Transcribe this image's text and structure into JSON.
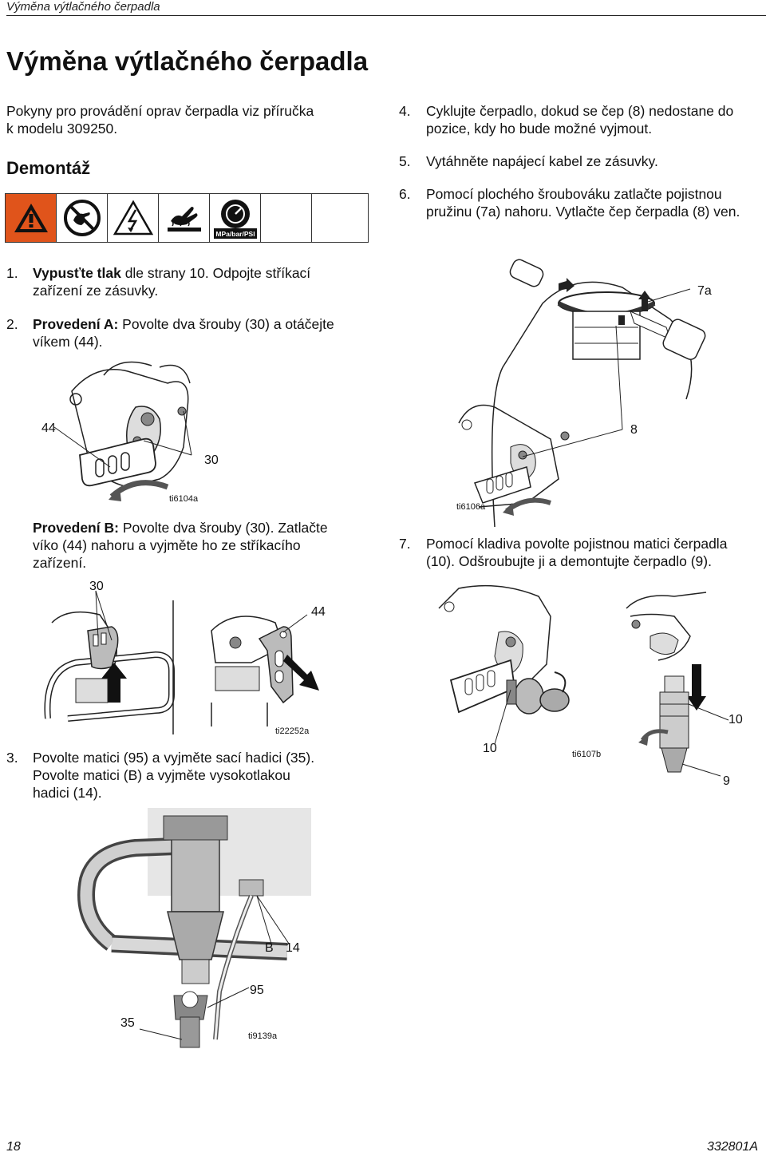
{
  "header": {
    "running_title": "Výměna výtlačného čerpadla"
  },
  "title": "Výměna výtlačného čerpadla",
  "intro": "Pokyny pro provádění oprav čerpadla viz příručka k modelu 309250.",
  "intro_line1": "Pokyny pro provádění oprav čerpadla viz příručka",
  "intro_line2": "k modelu 309250.",
  "section_heading": "Demontáž",
  "warning_icons": [
    "warning-triangle-icon",
    "no-hand-icon",
    "electric-shock-icon",
    "hot-surface-icon",
    "pressure-gauge-icon"
  ],
  "warning_badge": "MPa/bar/PSI",
  "steps": {
    "s1_num": "1.",
    "s1_bold": "Vypusťte tlak",
    "s1_rest_line1": " dle strany 10. Odpojte stříkací",
    "s1_line2": "zařízení ze zásuvky.",
    "s2_num": "2.",
    "s2_bold": "Provedení A:",
    "s2_rest_line1": " Povolte dva šrouby (30) a otáčejte",
    "s2_line2": "víkem (44).",
    "s2b_bold": "Provedení B:",
    "s2b_rest_line1": " Povolte dva šrouby (30). Zatlačte",
    "s2b_line2": "víko (44) nahoru a vyjměte ho ze stříkacího",
    "s2b_line3": "zařízení.",
    "s3_num": "3.",
    "s3_line1": "Povolte matici (95) a vyjměte sací hadici (35).",
    "s3_line2": "Povolte matici (B) a vyjměte vysokotlakou",
    "s3_line3": "hadici (14).",
    "s4_num": "4.",
    "s4_line1": "Cyklujte čerpadlo, dokud se čep (8) nedostane do",
    "s4_line2": "pozice, kdy ho bude možné vyjmout.",
    "s5_num": "5.",
    "s5_line1": "Vytáhněte napájecí kabel ze zásuvky.",
    "s6_num": "6.",
    "s6_line1": "Pomocí plochého šroubováku zatlačte pojistnou",
    "s6_line2": "pružinu (7a) nahoru. Vytlačte čep čerpadla (8) ven.",
    "s7_num": "7.",
    "s7_line1": "Pomocí kladiva povolte pojistnou matici čerpadla",
    "s7_line2": "(10). Odšroubujte ji a demontujte čerpadlo (9)."
  },
  "figures": {
    "fig_a": {
      "label_44": "44",
      "label_30": "30",
      "caption": "ti6104a"
    },
    "fig_b": {
      "label_30": "30",
      "label_44": "44",
      "caption": "ti22252a"
    },
    "fig_3": {
      "label_B": "B",
      "label_14": "14",
      "label_95": "95",
      "label_35": "35",
      "caption": "ti9139a"
    },
    "fig_6": {
      "label_7a": "7a",
      "label_8": "8",
      "caption": "ti6106a"
    },
    "fig_7": {
      "label_10_left": "10",
      "label_10_right": "10",
      "label_9": "9",
      "caption": "ti6107b"
    }
  },
  "footer": {
    "page_number": "18",
    "doc_id": "332801A"
  }
}
